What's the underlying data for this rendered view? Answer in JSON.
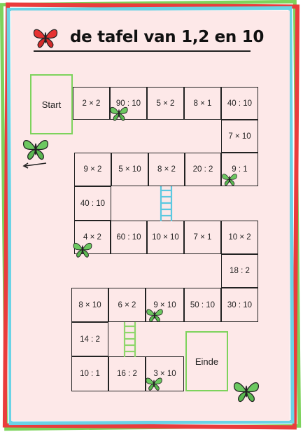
{
  "title": "de tafel van 1,2 en 10",
  "start_label": "Start",
  "end_label": "Einde",
  "colors": {
    "frame_green": "#7dd35c",
    "frame_red": "#ea3c3c",
    "frame_blue": "#6ad3e6",
    "background": "#fde8e8",
    "ladder_blue": "#5bc8e0",
    "ladder_green": "#8fd66b"
  },
  "cells": [
    "2 × 2",
    "90 : 10",
    "5 × 2",
    "8 × 1",
    "40 : 10",
    "7 × 10",
    "9 × 2",
    "5 × 10",
    "8 × 2",
    "20 : 2",
    "9 : 1",
    "40 : 10",
    "4 × 2",
    "60 : 10",
    "10 × 10",
    "7 × 1",
    "10 × 2",
    "18 : 2",
    "8 × 10",
    "6 × 2",
    "9 × 10",
    "50 : 10",
    "30 : 10",
    "14 : 2",
    "10 : 1",
    "16 : 2",
    "3 × 10"
  ],
  "icons": {
    "butterfly_red": "butterfly-red-icon",
    "butterfly_green": "butterfly-green-icon",
    "arrow": "arrow-left-icon",
    "ladder": "ladder-icon"
  }
}
